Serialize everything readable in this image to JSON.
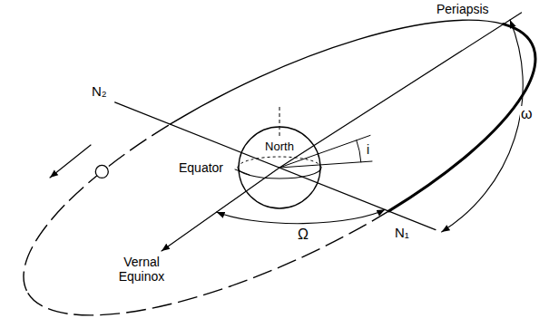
{
  "diagram": {
    "nodes": [
      {
        "text": [
          "North"
        ]
      }
    ],
    "labels": [
      "Periapsis",
      "N₂",
      "i",
      "ω",
      "Equator",
      "N₁",
      "Vernal Equinox",
      "Ω"
    ]
  }
}
